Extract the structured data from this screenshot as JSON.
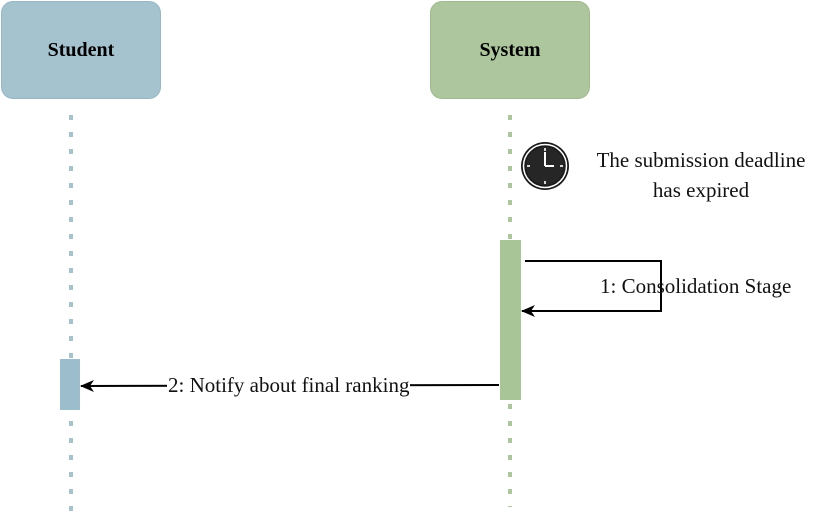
{
  "actors": {
    "student": {
      "name": "Student",
      "color": "#a5c3cf"
    },
    "system": {
      "name": "System",
      "color": "#adc69d"
    }
  },
  "note": {
    "icon": "clock-icon",
    "line1": "The submission deadline",
    "line2": "has expired"
  },
  "messages": [
    {
      "number": "1",
      "label": "1: Consolidation Stage",
      "from": "System",
      "to": "System"
    },
    {
      "number": "2",
      "label": "2: Notify about final ranking",
      "from": "System",
      "to": "Student"
    }
  ]
}
